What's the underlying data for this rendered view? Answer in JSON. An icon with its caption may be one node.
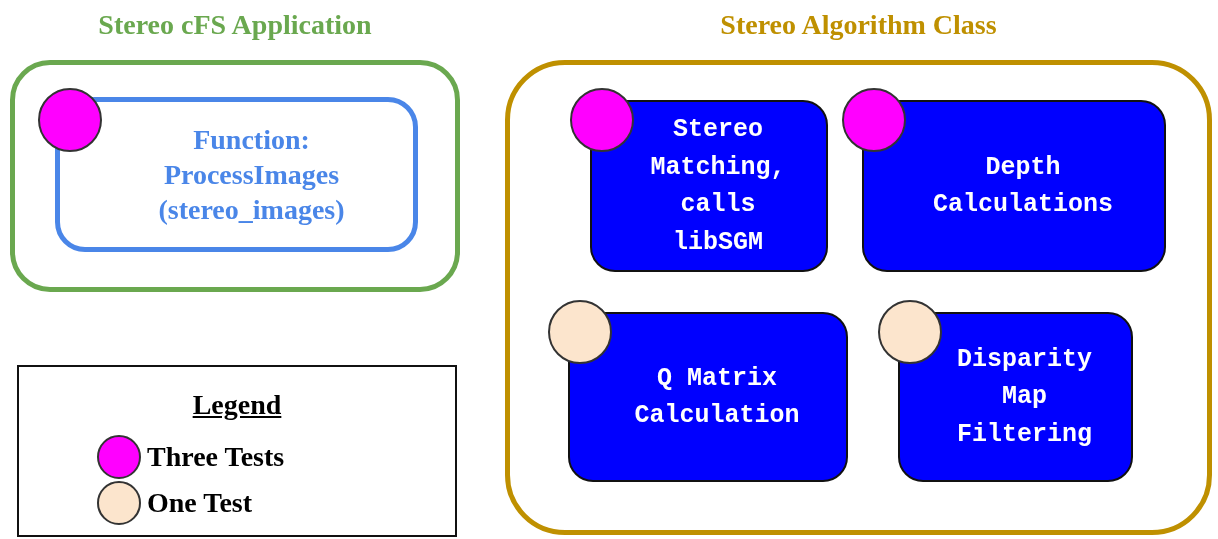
{
  "diagram": {
    "nodes": [
      {
        "text": [
          "Stereo cFS Application"
        ]
      },
      {
        "text": [
          "Function: ProcessImages (stereo_images)"
        ],
        "in": 0
      },
      {
        "text": [
          "Stereo Algorithm Class"
        ]
      },
      {
        "text": [
          "Stereo Matching, calls libSGM"
        ],
        "in": 2
      },
      {
        "text": [
          "Depth Calculations"
        ],
        "in": 2
      },
      {
        "text": [
          "Q Matrix Calculation"
        ],
        "in": 2
      },
      {
        "text": [
          "Disparity Map Filtering"
        ],
        "in": 2
      }
    ],
    "labels": [
      "Legend"
    ],
    "legend": [
      {
        "text": "Three Tests",
        "color": "#ff00ff"
      },
      {
        "text": "One Test",
        "color": "#fce5cd"
      }
    ]
  }
}
